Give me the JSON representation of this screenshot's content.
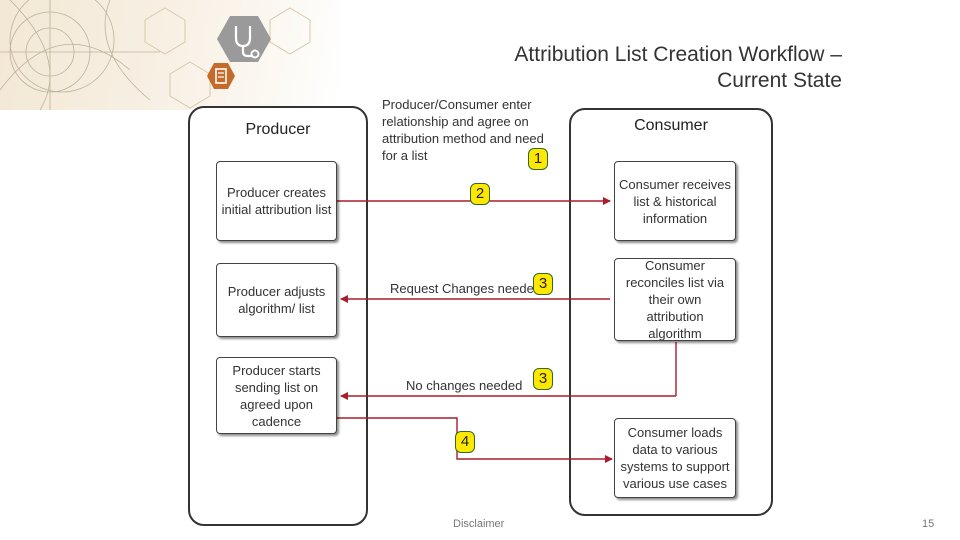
{
  "slide": {
    "title_line1": "Attribution List Creation Workflow –",
    "title_line2": "Current State",
    "footer": "Disclaimer",
    "page_number": "15"
  },
  "lanes": {
    "producer": "Producer",
    "consumer": "Consumer"
  },
  "producer_steps": [
    "Producer creates initial attribution list",
    "Producer adjusts algorithm/ list",
    "Producer starts sending list on agreed upon cadence"
  ],
  "consumer_steps": [
    "Consumer receives list & historical information",
    "Consumer reconciles list via their own attribution algorithm",
    "Consumer loads data to various systems to support various use cases"
  ],
  "flow_notes": {
    "agree": "Producer/Consumer enter relationship and agree on attribution method and need for a list",
    "request_changes": "Request Changes needed",
    "no_changes": "No changes needed"
  },
  "badges": {
    "b1": "1",
    "b2": "2",
    "b3a": "3",
    "b3b": "3",
    "b4": "4"
  },
  "colors": {
    "arrow": "#a81e2a",
    "badge_fill": "#ffe800",
    "badge_border": "#2d6a2d",
    "lane_border": "#333333"
  },
  "icons": [
    "stethoscope-icon",
    "clipboard-icon"
  ]
}
